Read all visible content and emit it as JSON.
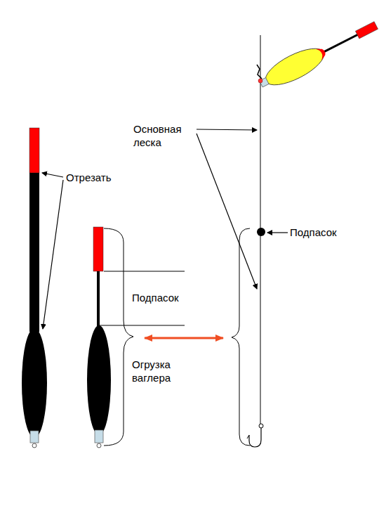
{
  "diagram": {
    "labels": [
      "Основная леска",
      "Отрезать",
      "Подпасок",
      "Подпасок",
      "Огрузка ваглера"
    ]
  }
}
